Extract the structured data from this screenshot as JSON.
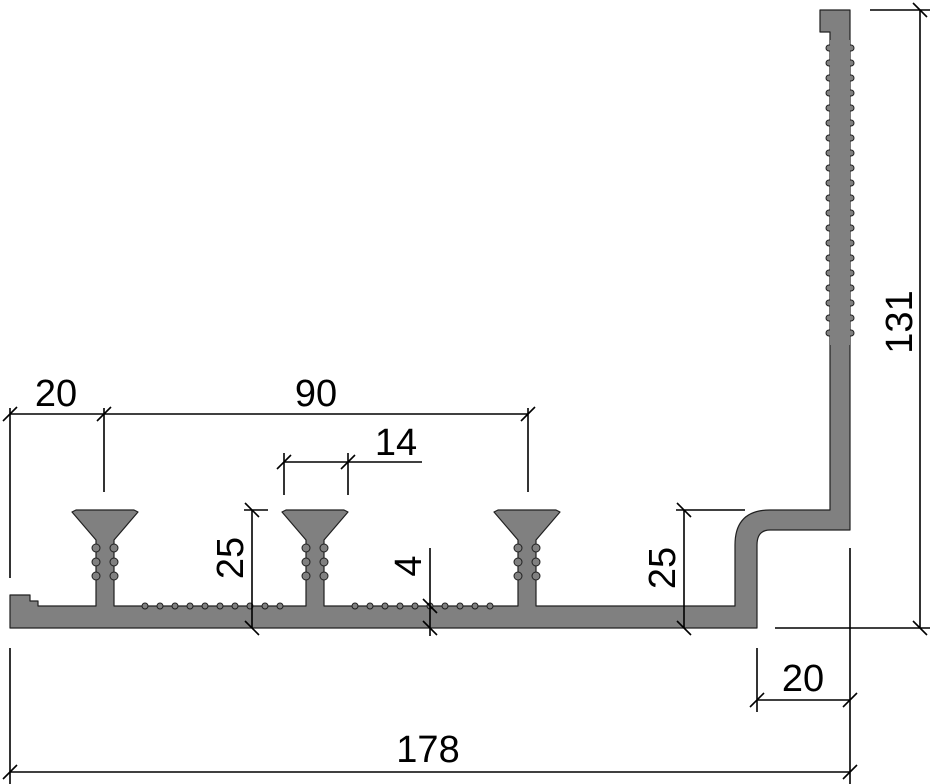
{
  "drawing": {
    "profile_color": "#808080",
    "line_color": "#000000",
    "dimensions": {
      "flange_offset": "20",
      "anchor_spacing": "90",
      "anchor_head_width": "14",
      "anchor_height": "25",
      "base_thickness": "4",
      "step_height": "25",
      "step_offset": "20",
      "overall_width": "178",
      "overall_height": "131"
    }
  }
}
